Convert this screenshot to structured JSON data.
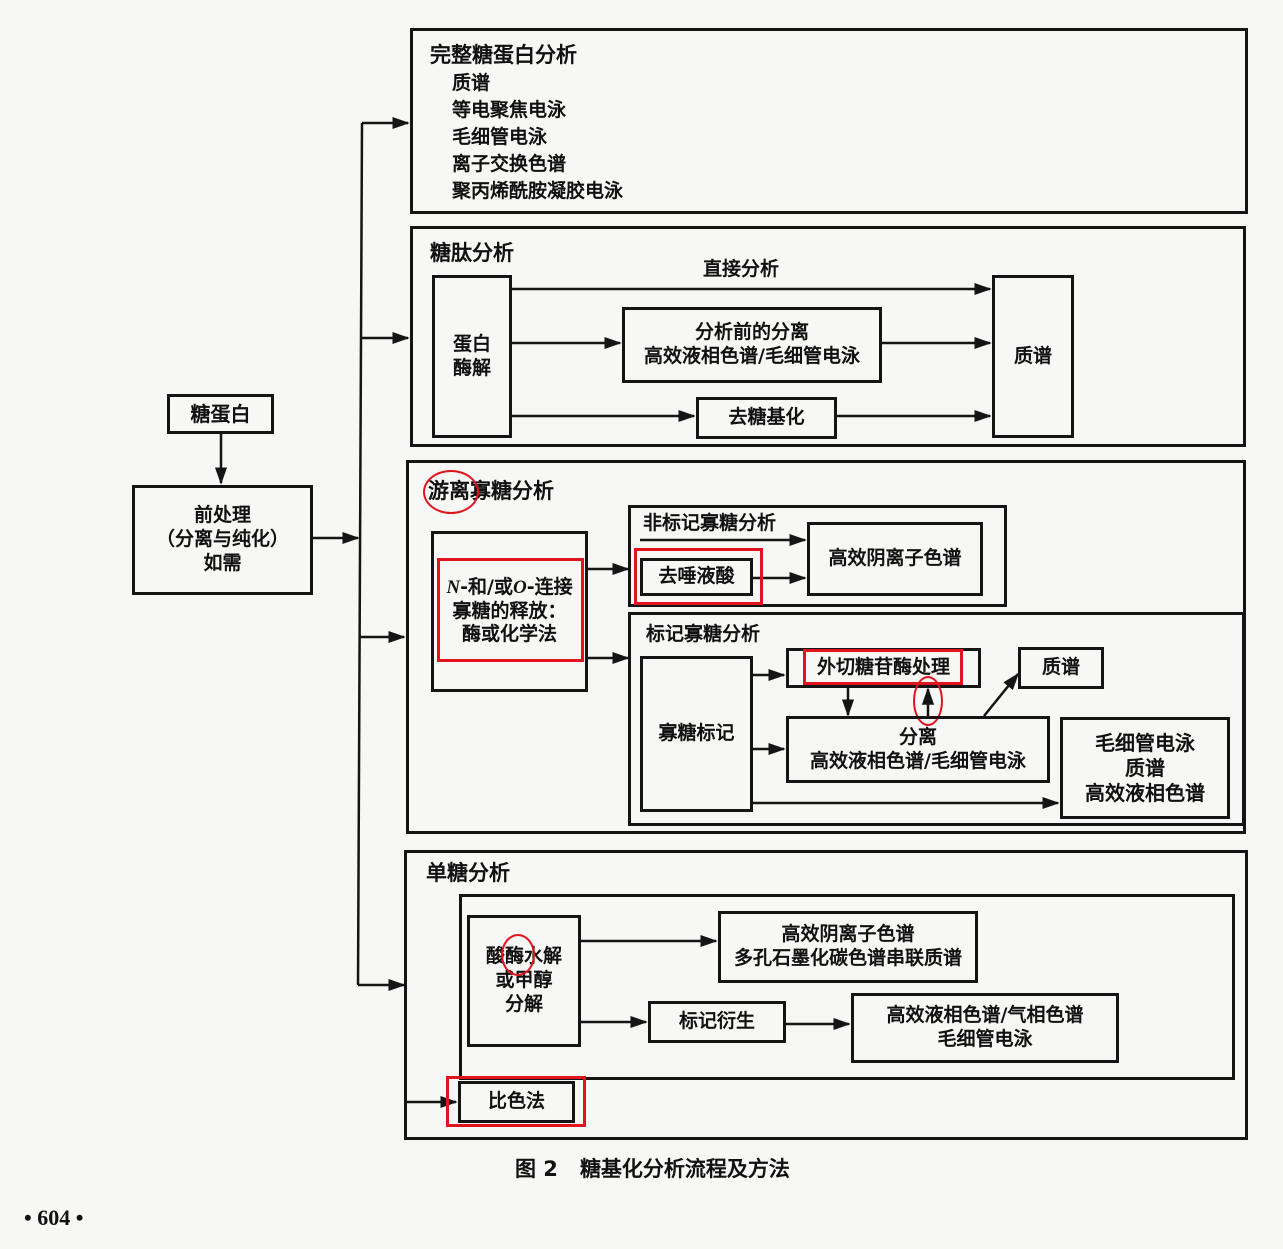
{
  "figure": {
    "caption_label": "图 2",
    "caption_text": "糖基化分析流程及方法",
    "page_number": "• 604 •"
  },
  "start": {
    "glycoprotein": "糖蛋白",
    "pretreat": [
      "前处理",
      "（分离与纯化）",
      "如需"
    ]
  },
  "intact": {
    "title": "完整糖蛋白分析",
    "items": [
      "质谱",
      "等电聚焦电泳",
      "毛细管电泳",
      "离子交换色谱",
      "聚丙烯酰胺凝胶电泳"
    ]
  },
  "glycopeptide": {
    "title": "糖肽分析",
    "digest": [
      "蛋白",
      "酶解"
    ],
    "direct": "直接分析",
    "presep": [
      "分析前的分离",
      "高效液相色谱/毛细管电泳"
    ],
    "deglyco": "去糖基化",
    "ms": "质谱"
  },
  "free_oligo": {
    "title_circled": "游离",
    "title_rest": "寡糖分析",
    "release_italic_n": "N",
    "release_mid": "-和/或",
    "release_italic_o": "O",
    "release_end": "-连接",
    "release_line2": "寡糖的释放：",
    "release_line3": "酶或化学法",
    "unlabeled_title": "非标记寡糖分析",
    "desialyl": "去唾液酸",
    "hpaec": "高效阴离子色谱",
    "labeled_title": "标记寡糖分析",
    "labeling": "寡糖标记",
    "exoglyco": "外切糖苷酶处理",
    "ms": "质谱",
    "sep": [
      "分离",
      "高效液相色谱/毛细管电泳"
    ],
    "final": [
      "毛细管电泳",
      "质谱",
      "高效液相色谱"
    ]
  },
  "mono": {
    "title": "单糖分析",
    "hydro_pre": "酸",
    "hydro_circled": "酶",
    "hydro_post": "水解",
    "hydro_rest": [
      "或甲醇",
      "分解"
    ],
    "hpaec": [
      "高效阴离子色谱",
      "多孔石墨化碳色谱串联质谱"
    ],
    "deriv": "标记衍生",
    "hplc": [
      "高效液相色谱/气相色谱",
      "毛细管电泳"
    ],
    "colorimetric": "比色法"
  },
  "colors": {
    "line": "#151515",
    "annotation_red": "#e0141e",
    "paper": "#f7f7f5"
  }
}
